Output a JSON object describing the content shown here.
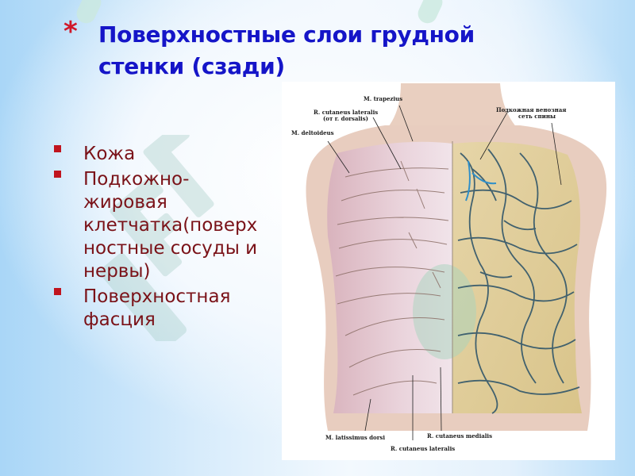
{
  "slide": {
    "title_bullet": "*",
    "title": "Поверхностные слои грудной стенки (сзади)",
    "bullets": [
      {
        "text": "Кожа"
      },
      {
        "text": "Подкожно-жировая клетчатка(поверх ностные сосуды и нервы)"
      },
      {
        "text": "Поверхностная фасция"
      }
    ],
    "colors": {
      "title": "#1515c8",
      "bullet_text": "#7a1218",
      "bullet_marker": "#c0141e",
      "title_star": "#d0182a"
    }
  },
  "figure": {
    "description": "anatomical-illustration-back-torso",
    "labels": {
      "trapezius": "M. trapezius",
      "cut_lat_1": "R. cutaneus lateralis",
      "cut_lat_2": "(от r. dorsalis)",
      "deltoideus": "M. deltoideus",
      "venous_1": "Подкожная венозная",
      "venous_2": "сеть спины",
      "latissimus": "M. latissimus dorsi",
      "cut_medialis": "R. cutaneus medialis",
      "cut_lateralis": "R. cutaneus lateralis"
    }
  }
}
